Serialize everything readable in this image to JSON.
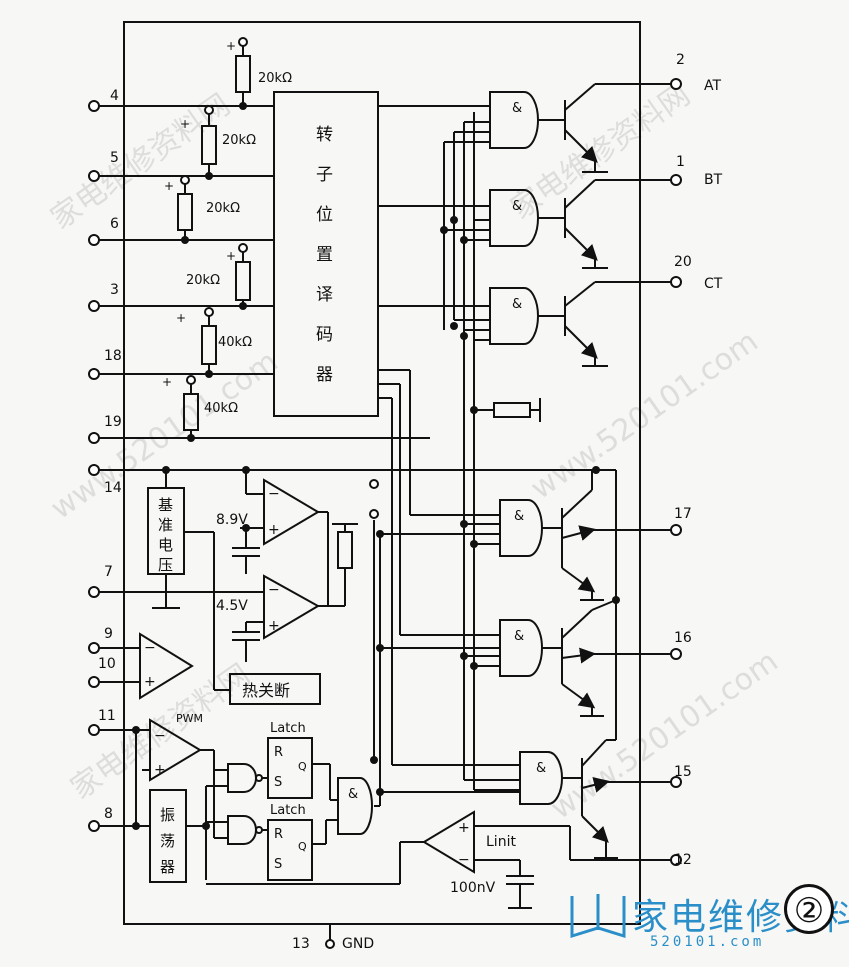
{
  "pins": {
    "p4": "4",
    "p5": "5",
    "p6": "6",
    "p3": "3",
    "p18": "18",
    "p19": "19",
    "p14": "14",
    "p7": "7",
    "p9": "9",
    "p10": "10",
    "p11": "11",
    "p8": "8",
    "p2": "2",
    "p1": "1",
    "p20": "20",
    "p17": "17",
    "p16": "16",
    "p15": "15",
    "p12": "12",
    "p13": "13"
  },
  "outputs": {
    "at": "AT",
    "bt": "BT",
    "ct": "CT",
    "gnd": "GND"
  },
  "resistors": [
    "20kΩ",
    "20kΩ",
    "20kΩ",
    "20kΩ",
    "40kΩ",
    "40kΩ"
  ],
  "decoder_label": [
    "转",
    "子",
    "位",
    "置",
    "译",
    "码",
    "器"
  ],
  "ref_label": [
    "基",
    "准",
    "电",
    "压"
  ],
  "osc_label": [
    "振",
    "荡",
    "器"
  ],
  "thermal_label": "热关断",
  "voltages": {
    "v1": "8.9V",
    "v2": "4.5V"
  },
  "pwm_label": "PWM",
  "latch_label": "Latch",
  "rs": {
    "r": "R",
    "s": "S",
    "q": "Q"
  },
  "and_symbol": "&",
  "limit_label": "Linit",
  "cap_label": "100nV",
  "plus": "+",
  "minus": "−",
  "watermark": "www.520101.com",
  "watermark_cn": "家电维修资料网",
  "logo": {
    "text": "家电维修资料网",
    "url": "520101.com",
    "fig": "②"
  }
}
